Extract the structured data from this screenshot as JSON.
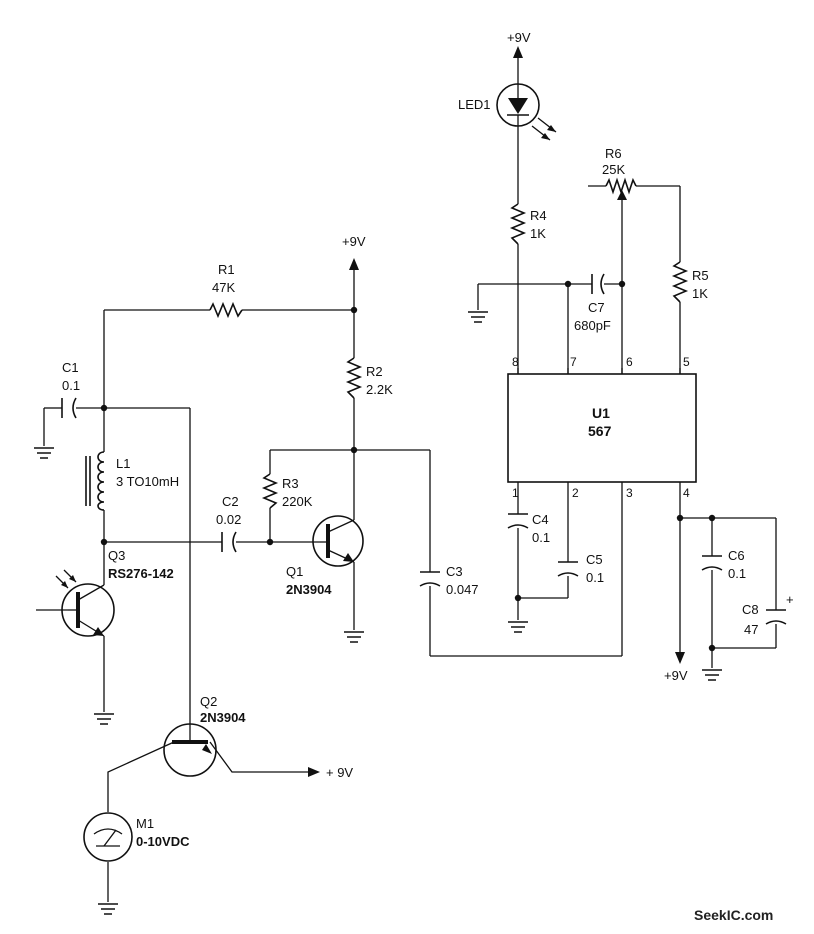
{
  "labels": {
    "r1_name": "R1",
    "r1_val": "47K",
    "r2_name": "R2",
    "r2_val": "2.2K",
    "r3_name": "R3",
    "r3_val": "220K",
    "r4_name": "R4",
    "r4_val": "1K",
    "r5_name": "R5",
    "r5_val": "1K",
    "r6_name": "R6",
    "r6_val": "25K",
    "c1_name": "C1",
    "c1_val": "0.1",
    "c2_name": "C2",
    "c2_val": "0.02",
    "c3_name": "C3",
    "c3_val": "0.047",
    "c4_name": "C4",
    "c4_val": "0.1",
    "c5_name": "C5",
    "c5_val": "0.1",
    "c6_name": "C6",
    "c6_val": "0.1",
    "c7_name": "C7",
    "c7_val": "680pF",
    "c8_name": "C8",
    "c8_val": "47",
    "c8_plus": "+",
    "l1_name": "L1",
    "l1_val": "3 TO10mH",
    "q1_name": "Q1",
    "q1_val": "2N3904",
    "q2_name": "Q2",
    "q2_val": "2N3904",
    "q3_name": "Q3",
    "q3_val": "RS276-142",
    "u1_name": "U1",
    "u1_val": "567",
    "m1_name": "M1",
    "m1_val": "0-10VDC",
    "led1_name": "LED1",
    "v_top": "+9V",
    "v_mid": "+9V",
    "v_pin4": "+9V",
    "v_q2": "+ 9V",
    "pin8": "8",
    "pin7": "7",
    "pin6": "6",
    "pin5": "5",
    "pin1": "1",
    "pin2": "2",
    "pin3": "3",
    "pin4": "4"
  },
  "watermark": "SeekIC.com"
}
